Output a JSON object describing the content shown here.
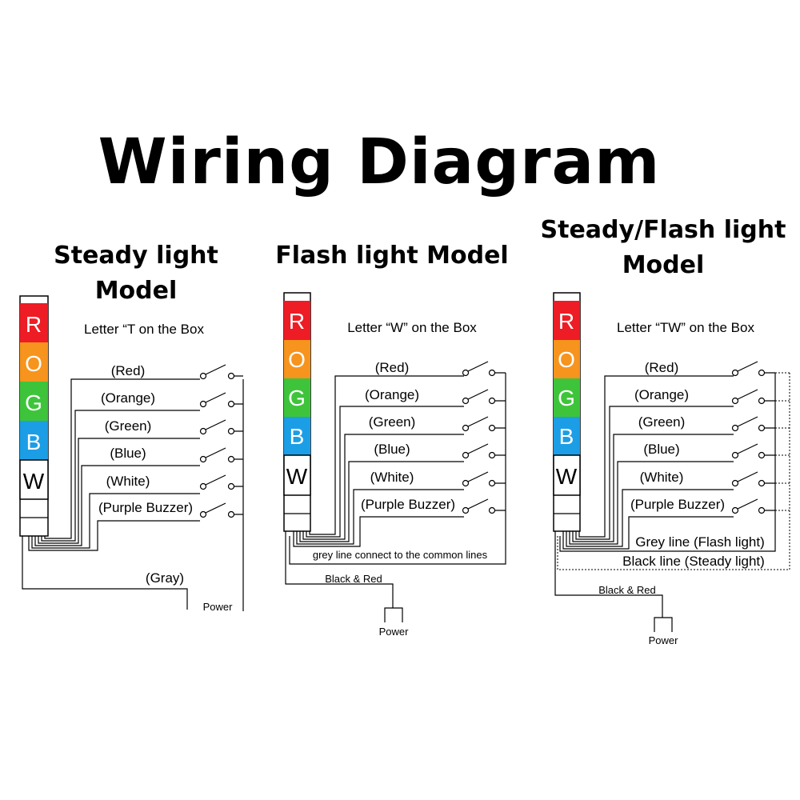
{
  "title": "Wiring Diagram",
  "segment_colors": [
    "#ee1c24",
    "#f7941d",
    "#3ec43a",
    "#1c9ee6",
    "#ffffff"
  ],
  "segment_letters": [
    "R",
    "O",
    "G",
    "B",
    "W"
  ],
  "panels": [
    {
      "title": "Steady light Model",
      "box_label": "Letter “T on the Box",
      "wires": [
        "(Red)",
        "(Orange)",
        "(Green)",
        "(Blue)",
        "(White)",
        "(Purple Buzzer)"
      ],
      "gray_label": "(Gray)",
      "power_label": "Power"
    },
    {
      "title": "Flash light Model",
      "box_label": "Letter “W” on the Box",
      "wires": [
        "(Red)",
        "(Orange)",
        "(Green)",
        "(Blue)",
        "(White)",
        "(Purple Buzzer)"
      ],
      "common_label": "grey line connect to the common lines",
      "black_red_label": "Black & Red",
      "power_label": "Power"
    },
    {
      "title": "Steady/Flash light Model",
      "box_label": "Letter “TW” on the Box",
      "wires": [
        "(Red)",
        "(Orange)",
        "(Green)",
        "(Blue)",
        "(White)",
        "(Purple Buzzer)"
      ],
      "grey_line_label": "Grey line (Flash light)",
      "black_line_label": "Black line (Steady light)",
      "black_red_label": "Black & Red",
      "power_label": "Power"
    }
  ]
}
